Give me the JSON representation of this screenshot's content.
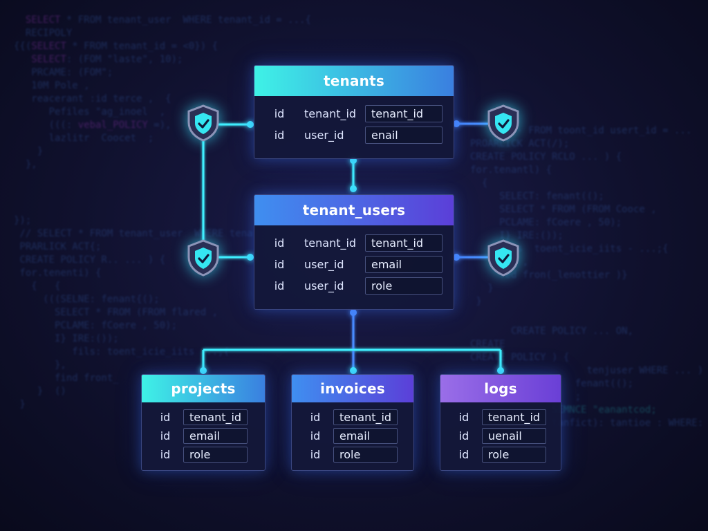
{
  "tables": {
    "tenants": {
      "title": "tenants",
      "rows": [
        {
          "col": "id",
          "name": "tenant_id",
          "ref": "tenant_id"
        },
        {
          "col": "id",
          "name": "user_id",
          "ref": "enail"
        }
      ]
    },
    "tenant_users": {
      "title": "tenant_users",
      "rows": [
        {
          "col": "id",
          "name": "tenant_id",
          "ref": "tenant_id"
        },
        {
          "col": "id",
          "name": "user_id",
          "ref": "email"
        },
        {
          "col": "id",
          "name": "user_id",
          "ref": "role"
        }
      ]
    },
    "projects": {
      "title": "projects",
      "rows": [
        {
          "col": "id",
          "ref": "tenant_id"
        },
        {
          "col": "id",
          "ref": "email"
        },
        {
          "col": "id",
          "ref": "role"
        }
      ]
    },
    "invoices": {
      "title": "invoices",
      "rows": [
        {
          "col": "id",
          "ref": "tenant_id"
        },
        {
          "col": "id",
          "ref": "email"
        },
        {
          "col": "id",
          "ref": "role"
        }
      ]
    },
    "logs": {
      "title": "logs",
      "rows": [
        {
          "col": "id",
          "ref": "tenant_id"
        },
        {
          "col": "id",
          "ref": "uenail"
        },
        {
          "col": "id",
          "ref": "role"
        }
      ]
    }
  },
  "icons": {
    "shield": "shield-check-icon"
  },
  "colors": {
    "tenants_header": [
      "#3ef2e6",
      "#3a7fe0"
    ],
    "tenant_users_header": [
      "#3f8ff0",
      "#5b3fd8"
    ],
    "projects_header": [
      "#3ef2e6",
      "#3a7fe0"
    ],
    "invoices_header": [
      "#3f8ff0",
      "#5b3fd8"
    ],
    "logs_header": [
      "#9a6ee8",
      "#6a3fd6"
    ],
    "connector": "#3ff0ff",
    "connector_blue": "#4a8cff"
  }
}
